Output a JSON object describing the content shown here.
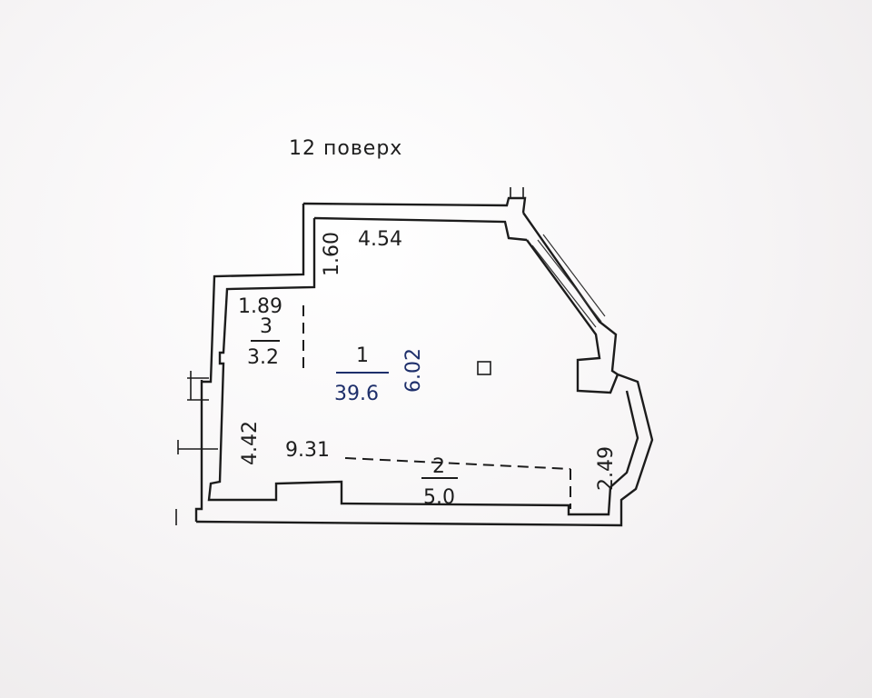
{
  "floor_title": "12 поверх",
  "rooms": [
    {
      "number": "1",
      "area": "39.6"
    },
    {
      "number": "2",
      "area": "5.0"
    },
    {
      "number": "3",
      "area": "3.2"
    }
  ],
  "dimensions": {
    "top_width": "4.54",
    "top_notch_height": "1.60",
    "room3_width": "1.89",
    "left_height": "4.42",
    "main_length": "9.31",
    "main_depth": "6.02",
    "right_height": "2.49"
  },
  "colors": {
    "walls": "#1c1c1c",
    "handwritten": "#1e2f6b",
    "paper": "#f6f4f5"
  }
}
